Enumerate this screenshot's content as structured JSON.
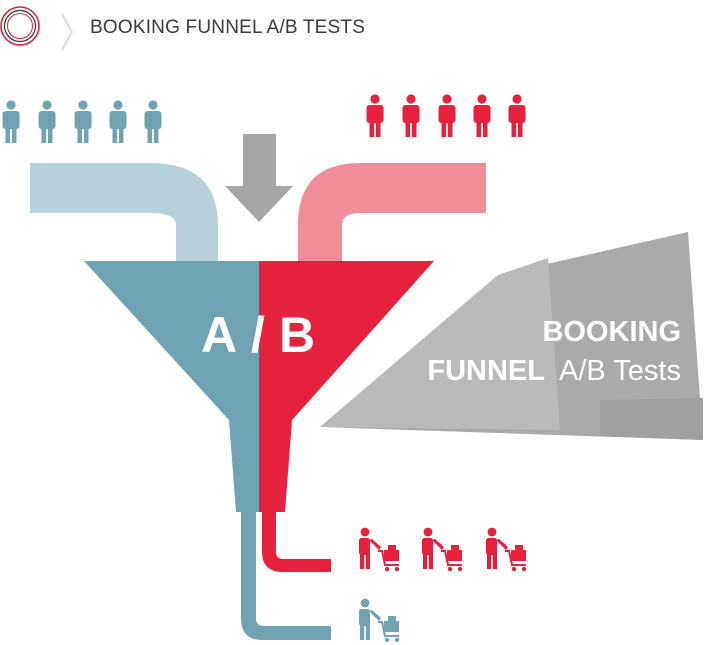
{
  "header": {
    "title": "BOOKING FUNNEL A/B TESTS",
    "logo_icon": "ring-logo-icon",
    "separator_icon": "chevron-right-icon"
  },
  "funnel": {
    "label_a": "A",
    "label_sep": "/",
    "label_b": "B"
  },
  "banner": {
    "line1": "BOOKING",
    "line2_bold": "FUNNEL",
    "line2_light": "A/B Tests"
  },
  "colors": {
    "variant_a": "#6fa3b3",
    "variant_a_light": "#b7d1d9",
    "variant_b": "#e5213d",
    "variant_b_light": "#f08d9b",
    "arrow": "#a6a6a6",
    "banner": "#aaaaaa",
    "banner_text": "#ffffff"
  },
  "icons": {
    "incoming_visitors_a": [
      "person-icon",
      "person-icon",
      "person-icon",
      "person-icon",
      "person-icon"
    ],
    "incoming_visitors_b": [
      "person-icon",
      "person-icon",
      "person-icon",
      "person-icon",
      "person-icon"
    ],
    "traffic_arrow": "down-arrow-icon",
    "outcome_b": [
      "shopper-cart-icon",
      "shopper-cart-icon",
      "shopper-cart-icon"
    ],
    "outcome_a": [
      "shopper-cart-icon"
    ]
  }
}
